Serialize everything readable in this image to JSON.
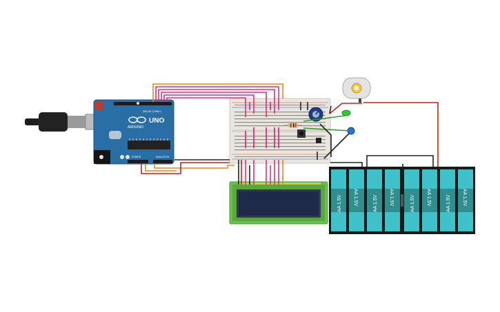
{
  "arduino": {
    "brand": "UNO",
    "brand_sub": "ARDUINO",
    "digital_label": "DIGITAL (PWM~)",
    "power_label": "POWER",
    "analog_label": "ANALOG IN"
  },
  "batteries": {
    "cell_label": "AA 1.5V",
    "count": 8
  },
  "colors": {
    "wire_pink": "#d63384",
    "wire_orange": "#e8891a",
    "wire_red": "#cc1f1f",
    "wire_black": "#222222",
    "wire_green": "#2e9b2e",
    "board_blue": "#2a6ea6",
    "battery_teal": "#3fc1c9",
    "lcd_green": "#6cbf4e",
    "breadboard": "#e9e6df"
  },
  "icons": [
    "usb-plug-icon",
    "arduino-board-icon",
    "breadboard-icon",
    "potentiometer-icon",
    "dc-motor-icon",
    "led-icon",
    "lcd-icon",
    "battery-pack-icon"
  ]
}
